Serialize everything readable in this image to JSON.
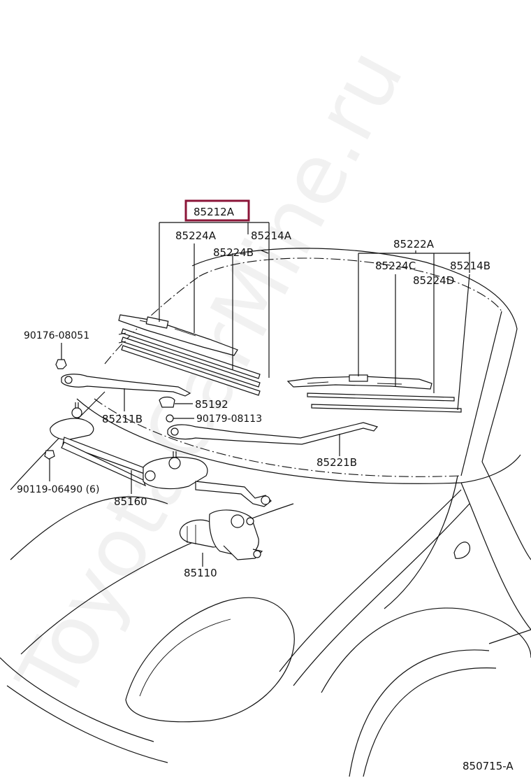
{
  "highlight_color": "#8b1538",
  "watermark": "ToyotaCarMine.ru",
  "diagram_id": "850715-A",
  "callouts": {
    "assy_front_left": "85212A",
    "blade_rubber_a": "85224A",
    "blade_assy_a": "85214A",
    "blade_rubber_b": "85224B",
    "assy_front_right": "85222A",
    "blade_rubber_c": "85224C",
    "blade_assy_b": "85214B",
    "blade_rubber_d": "85224D",
    "nut_top": "90176-08051",
    "arm_left": "85211B",
    "cap": "85192",
    "nut_right": "90179-08113",
    "arm_right": "85221B",
    "bolt": "90119-06490 (6)",
    "link_assy": "85160",
    "motor": "85110"
  }
}
